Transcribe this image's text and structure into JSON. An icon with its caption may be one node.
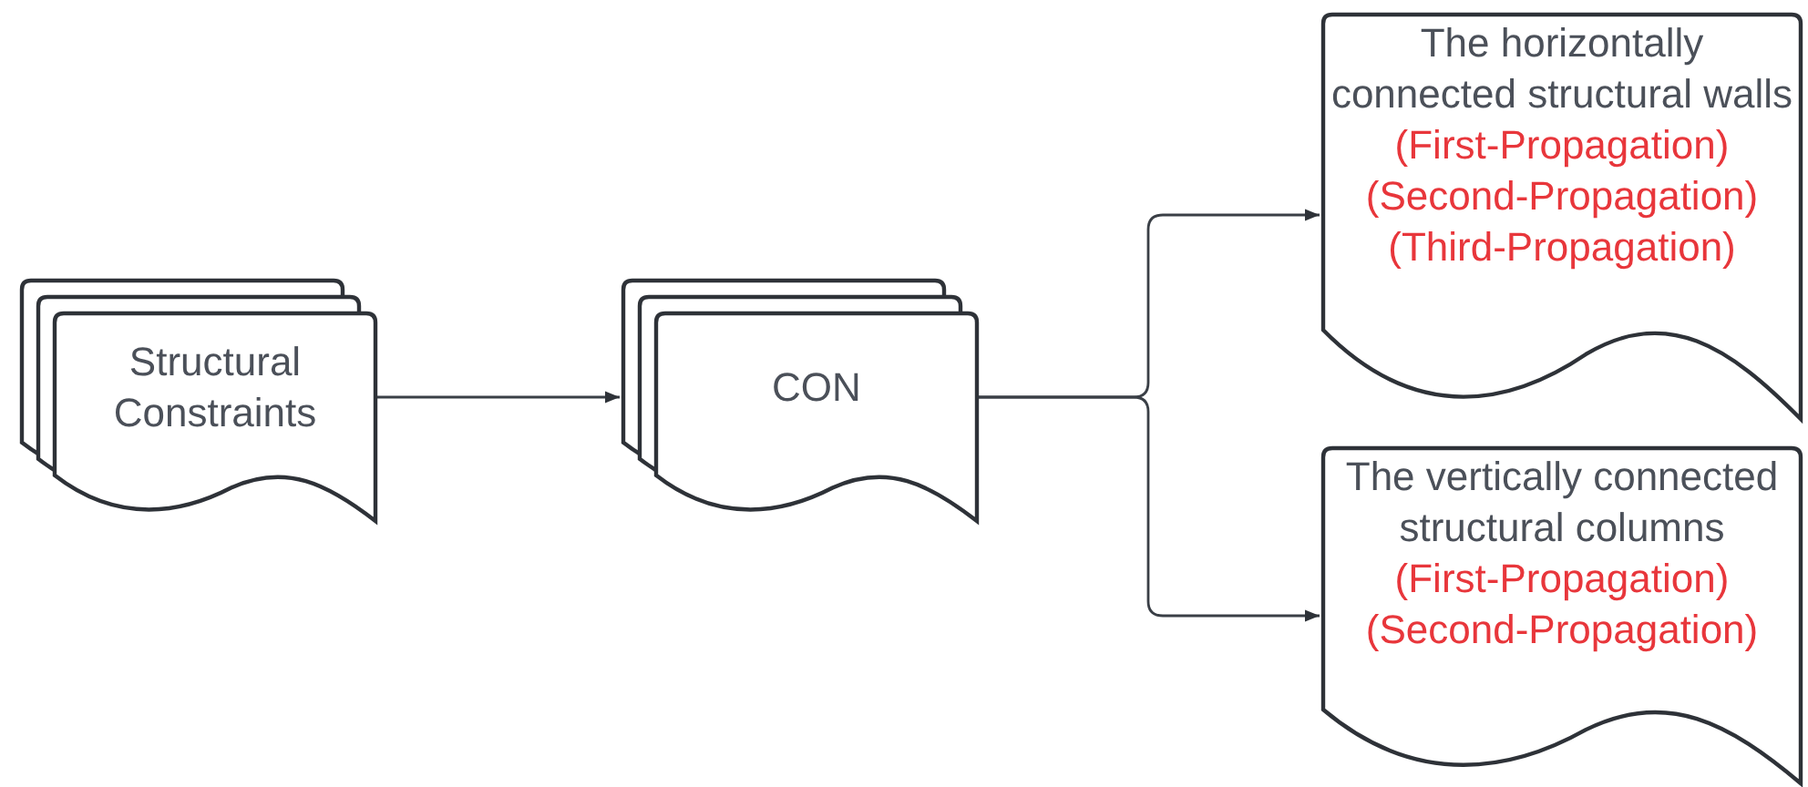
{
  "diagram": {
    "nodes": [
      {
        "text": [
          "Structural Constraints"
        ]
      },
      {
        "text": [
          "CON"
        ]
      },
      {
        "text": [
          "The horizontally connected structural walls",
          "(First-Propagation)",
          "(Second-Propagation)",
          "(Third-Propagation)"
        ]
      },
      {
        "text": [
          "The vertically connected structural columns",
          "(First-Propagation)",
          "(Second-Propagation)"
        ]
      }
    ],
    "edges": [
      {
        "from": 0,
        "to": 1,
        "arrow": "to"
      },
      {
        "from": 1,
        "to": 2,
        "arrow": "to"
      },
      {
        "from": 1,
        "to": 3,
        "arrow": "to"
      }
    ]
  }
}
